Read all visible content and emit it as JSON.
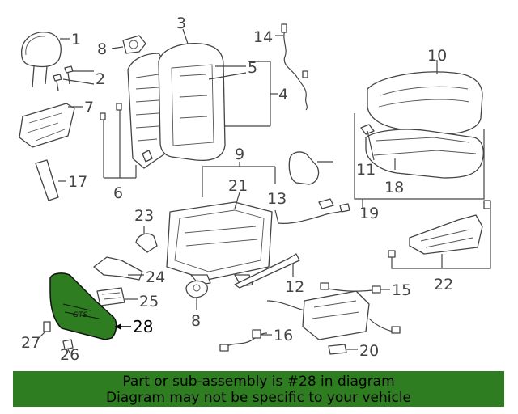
{
  "callouts": {
    "c1": "1",
    "c2": "2",
    "c3": "3",
    "c4": "4",
    "c5": "5",
    "c6": "6",
    "c7": "7",
    "c8a": "8",
    "c8b": "8",
    "c9": "9",
    "c10": "10",
    "c11": "11",
    "c12": "12",
    "c13": "13",
    "c14": "14",
    "c15": "15",
    "c16": "16",
    "c17": "17",
    "c18": "18",
    "c19": "19",
    "c20": "20",
    "c21": "21",
    "c22": "22",
    "c23": "23",
    "c24": "24",
    "c25": "25",
    "c26": "26",
    "c27": "27",
    "c28": "28"
  },
  "highlight": {
    "part_number": "28",
    "fill_color": "#2f7d21",
    "emblem_text": "GTS"
  },
  "banner": {
    "line1": "Part or sub-assembly is #28 in diagram",
    "line2": "Diagram may not be specific to your vehicle",
    "background_color": "#2f7d21"
  }
}
